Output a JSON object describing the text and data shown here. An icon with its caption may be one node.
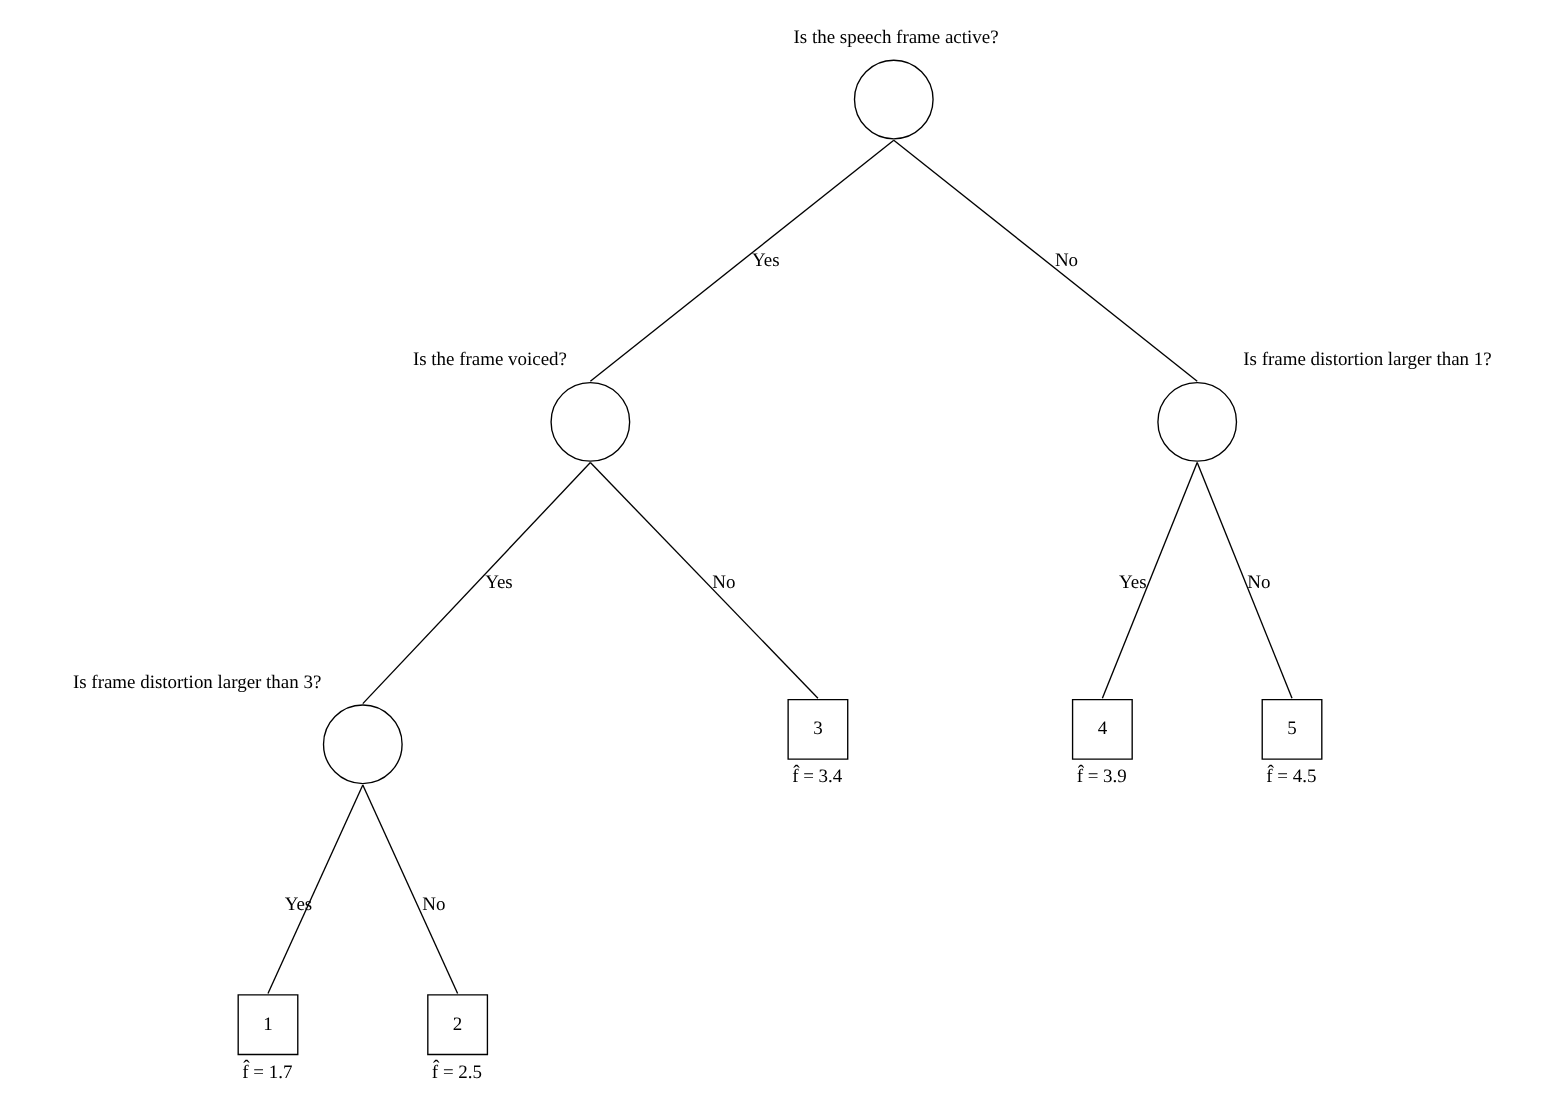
{
  "diagram": {
    "nodes": [
      {
        "text": [
          "Is the speech frame active?"
        ]
      },
      {
        "text": [
          "Is the frame voiced?"
        ]
      },
      {
        "text": [
          "Is frame distortion larger than 1?"
        ]
      },
      {
        "text": [
          "Is frame distortion larger than 3?"
        ]
      },
      {
        "text": [
          "3"
        ],
        "beside": [
          "f̂ = 3.4"
        ]
      },
      {
        "text": [
          "4"
        ],
        "beside": [
          "f̂ = 3.9"
        ]
      },
      {
        "text": [
          "5"
        ],
        "beside": [
          "f̂ = 4.5"
        ]
      },
      {
        "text": [
          "1"
        ],
        "beside": [
          "f̂ = 1.7"
        ]
      },
      {
        "text": [
          "2"
        ],
        "beside": [
          "f̂ = 2.5"
        ]
      }
    ],
    "edges": [
      {
        "from": 0,
        "to": 1,
        "arrow": "none",
        "label": "Yes"
      },
      {
        "from": 0,
        "to": 2,
        "arrow": "none",
        "label": "No"
      },
      {
        "from": 1,
        "to": 3,
        "arrow": "none",
        "label": "Yes"
      },
      {
        "from": 1,
        "to": 4,
        "arrow": "none",
        "label": "No"
      },
      {
        "from": 2,
        "to": 5,
        "arrow": "none",
        "label": "Yes"
      },
      {
        "from": 2,
        "to": 6,
        "arrow": "none",
        "label": "No"
      },
      {
        "from": 3,
        "to": 7,
        "arrow": "none",
        "label": "Yes"
      },
      {
        "from": 3,
        "to": 8,
        "arrow": "none",
        "label": "No"
      }
    ]
  }
}
